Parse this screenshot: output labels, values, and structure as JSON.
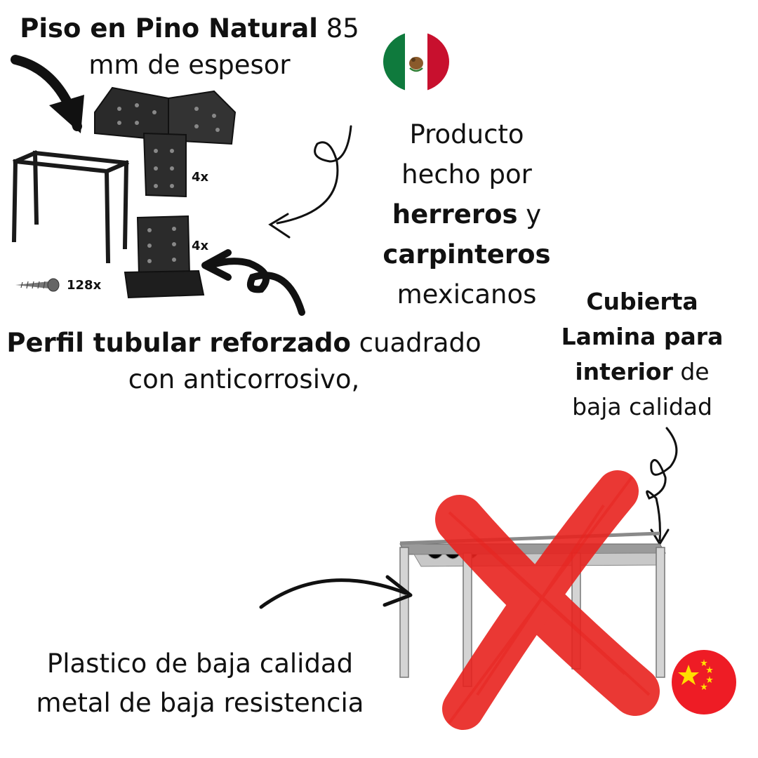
{
  "top_caption": {
    "bold": "Piso en Pino Natural",
    "rest_line1": " 85",
    "line2": "mm de espesor"
  },
  "made_by": {
    "line1": "Producto",
    "line2": "hecho por",
    "bold1": "herreros",
    "and": " y",
    "bold2": "carpinteros",
    "line5": "mexicanos"
  },
  "profile_caption": {
    "bold": "Perfil tubular reforzado",
    "rest_line1": " cuadrado",
    "line2": "con anticorrosivo,"
  },
  "cover_note": {
    "bold1": "Cubierta",
    "bold2": "Lamina para",
    "bold3": "interior",
    "rest3": " de",
    "line4": "baja calidad"
  },
  "plastic_note": {
    "line1": "Plastico de baja calidad",
    "line2": "metal de baja resistencia"
  },
  "kit_counts": {
    "corner_brackets": "4x",
    "post_bases": "4x",
    "screws": "128x"
  },
  "colors": {
    "text": "#111111",
    "red_cross": "#e8231f",
    "mexico_green": "#0f7a3d",
    "mexico_red": "#c8102e",
    "china_red": "#ee1c25",
    "china_yellow": "#ffde00"
  },
  "icons": [
    "mexico-flag-icon",
    "china-flag-icon",
    "red-x-mark"
  ]
}
